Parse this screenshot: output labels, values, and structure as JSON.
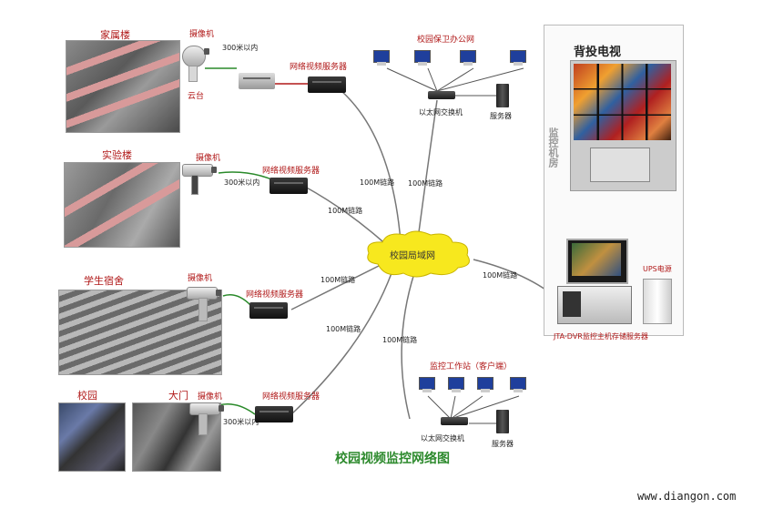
{
  "title": "校园视频监控网络图",
  "watermark": "www.diangon.com",
  "sites": {
    "dormitory": "家属楼",
    "lab": "实验楼",
    "student_dorm": "学生宿舍",
    "campus": "校园",
    "gate": "大门"
  },
  "labels": {
    "camera": "摄像机",
    "pan_tilt": "云台",
    "within_300m": "300米以内",
    "video_server": "网络视频服务器",
    "link_100m": "100M链路",
    "office": "校园保卫办公网",
    "ethernet_switch": "以太网交换机",
    "server": "服务器",
    "campus_lan": "校园局域网",
    "tv_wall": "背投电视",
    "monitor_room": "监控机房",
    "dvr_host": "JTA-DVR监控主机存储服务器",
    "ups": "UPS电源",
    "workstation": "监控工作站（客户端）"
  }
}
